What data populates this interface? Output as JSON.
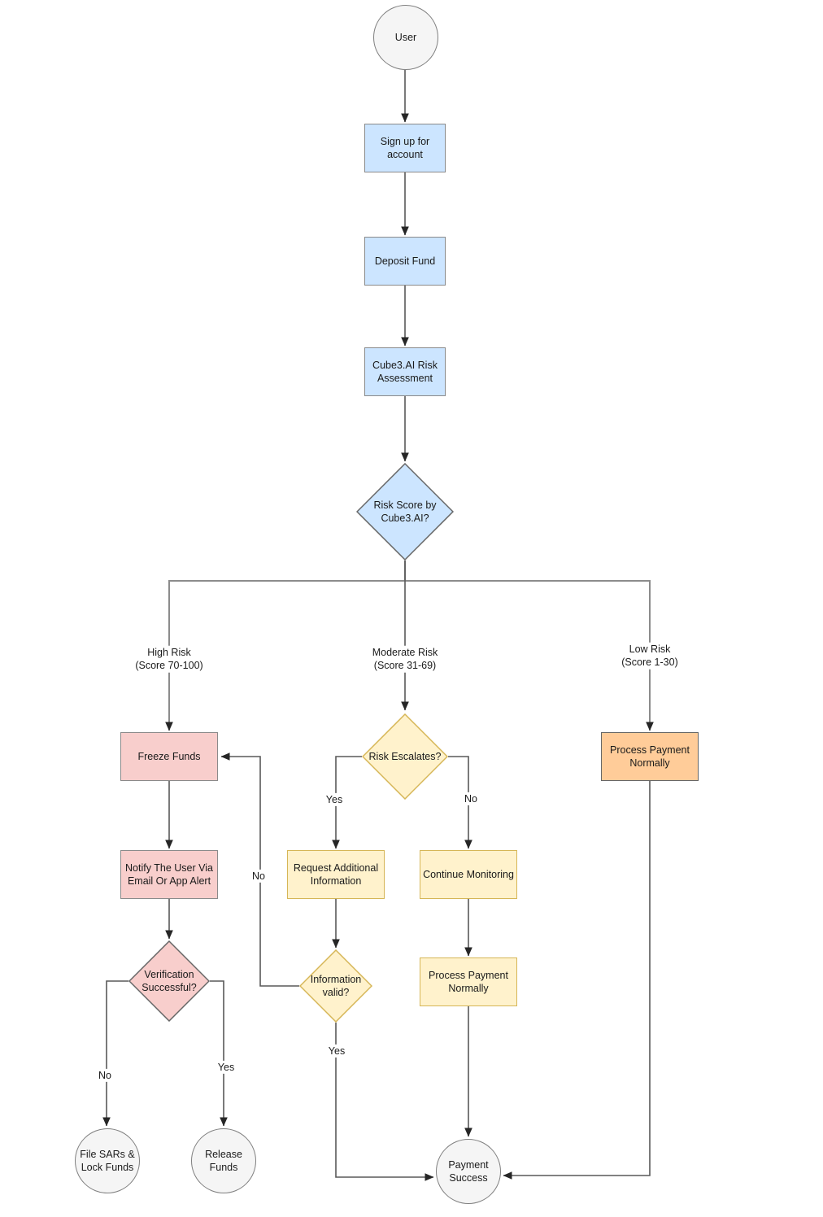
{
  "diagram": {
    "nodes": {
      "user": {
        "label": "User"
      },
      "signup": {
        "label": "Sign up for account"
      },
      "deposit": {
        "label": "Deposit Fund"
      },
      "risk_assessment": {
        "label": "Cube3.AI Risk Assessment"
      },
      "risk_score": {
        "label": "Risk Score by Cube3.AI?"
      },
      "freeze": {
        "label": "Freeze Funds"
      },
      "notify": {
        "label": "Notify The User Via Email Or App Alert"
      },
      "verification": {
        "label": "Verification Successful?"
      },
      "file_sars": {
        "label": "File SARs & Lock Funds"
      },
      "release": {
        "label": "Release Funds"
      },
      "risk_escalates": {
        "label": "Risk Escalates?"
      },
      "request_info": {
        "label": "Request Additional Information"
      },
      "continue_monitoring": {
        "label": "Continue Monitoring"
      },
      "info_valid": {
        "label": "Information valid?"
      },
      "process_payment_mid": {
        "label": "Process Payment Normally"
      },
      "process_payment_low": {
        "label": "Process Payment Normally"
      },
      "payment_success": {
        "label": "Payment Success"
      }
    },
    "edge_labels": {
      "high_risk": "High Risk\n(Score 70-100)",
      "moderate_risk": "Moderate Risk\n(Score 31-69)",
      "low_risk": "Low Risk\n(Score 1-30)",
      "yes_escalates": "Yes",
      "no_escalates": "No",
      "no_info_valid": "No",
      "yes_info_valid": "Yes",
      "no_verification": "No",
      "yes_verification": "Yes"
    },
    "colors": {
      "process_fill": "#cce5ff",
      "alert_fill": "#f8cecc",
      "caution_fill": "#fff2cc",
      "caution_border": "#d6b656",
      "low_risk_fill": "#ffcc99",
      "terminal_fill": "#f5f5f5",
      "edge_stroke": "#595959"
    }
  }
}
